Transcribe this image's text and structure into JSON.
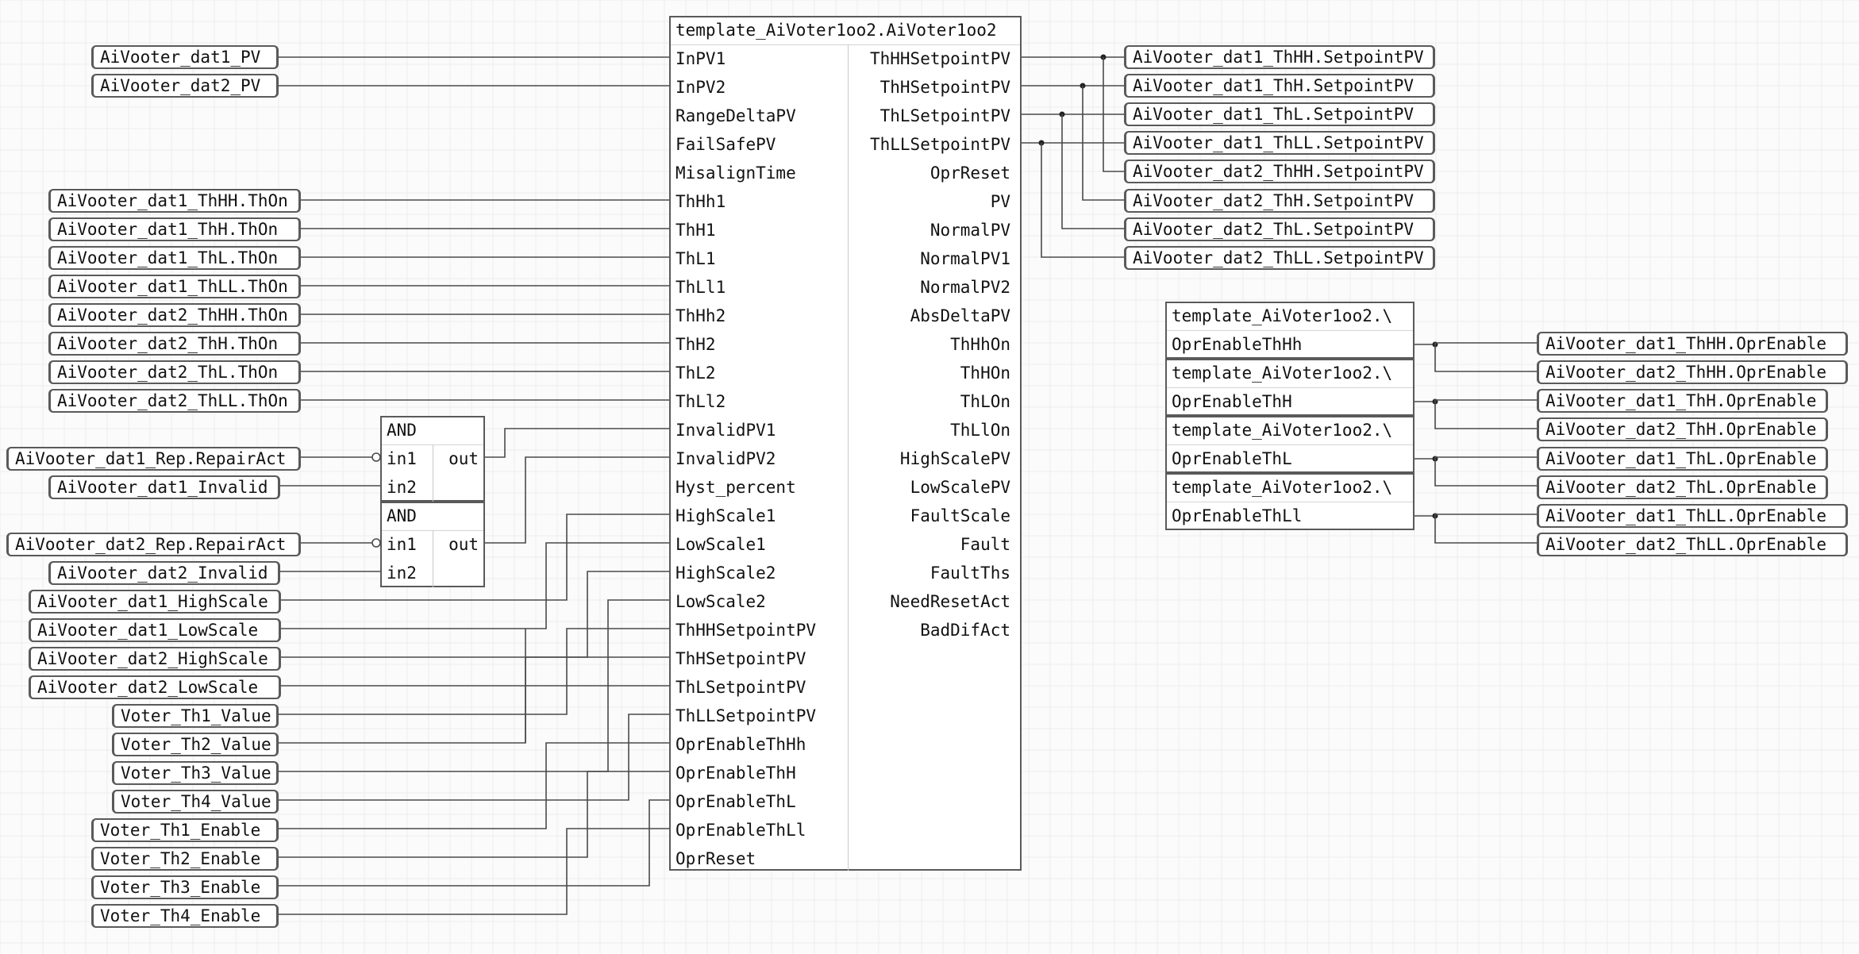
{
  "main_block": {
    "title": "template_AiVoter1oo2.AiVoter1oo2",
    "inputs": [
      "InPV1",
      "InPV2",
      "RangeDeltaPV",
      "FailSafePV",
      "MisalignTime",
      "ThHh1",
      "ThH1",
      "ThL1",
      "ThLl1",
      "ThHh2",
      "ThH2",
      "ThL2",
      "ThLl2",
      "InvalidPV1",
      "InvalidPV2",
      "Hyst_percent",
      "HighScale1",
      "LowScale1",
      "HighScale2",
      "LowScale2",
      "ThHHSetpointPV",
      "ThHSetpointPV",
      "ThLSetpointPV",
      "ThLLSetpointPV",
      "OprEnableThHh",
      "OprEnableThH",
      "OprEnableThL",
      "OprEnableThLl",
      "OprReset"
    ],
    "outputs": [
      "ThHHSetpointPV",
      "ThHSetpointPV",
      "ThLSetpointPV",
      "ThLLSetpointPV",
      "OprReset",
      "PV",
      "NormalPV",
      "NormalPV1",
      "NormalPV2",
      "AbsDeltaPV",
      "ThHhOn",
      "ThHOn",
      "ThLOn",
      "ThLlOn",
      "HighScalePV",
      "LowScalePV",
      "FaultScale",
      "Fault",
      "FaultThs",
      "NeedResetAct",
      "BadDifAct"
    ]
  },
  "and_blocks": [
    {
      "title": "AND",
      "in1": "in1",
      "in2": "in2",
      "out": "out"
    },
    {
      "title": "AND",
      "in1": "in1",
      "in2": "in2",
      "out": "out"
    }
  ],
  "input_tags": [
    "AiVooter_dat1_PV",
    "AiVooter_dat2_PV",
    "AiVooter_dat1_ThHH.ThOn",
    "AiVooter_dat1_ThH.ThOn",
    "AiVooter_dat1_ThL.ThOn",
    "AiVooter_dat1_ThLL.ThOn",
    "AiVooter_dat2_ThHH.ThOn",
    "AiVooter_dat2_ThH.ThOn",
    "AiVooter_dat2_ThL.ThOn",
    "AiVooter_dat2_ThLL.ThOn",
    "AiVooter_dat1_Rep.RepairAct",
    "AiVooter_dat1_Invalid",
    "AiVooter_dat2_Rep.RepairAct",
    "AiVooter_dat2_Invalid",
    "AiVooter_dat1_HighScale",
    "AiVooter_dat1_LowScale",
    "AiVooter_dat2_HighScale",
    "AiVooter_dat2_LowScale",
    "Voter_Th1_Value",
    "Voter_Th2_Value",
    "Voter_Th3_Value",
    "Voter_Th4_Value",
    "Voter_Th1_Enable",
    "Voter_Th2_Enable",
    "Voter_Th3_Enable",
    "Voter_Th4_Enable"
  ],
  "output_tags": [
    "AiVooter_dat1_ThHH.SetpointPV",
    "AiVooter_dat1_ThH.SetpointPV",
    "AiVooter_dat1_ThL.SetpointPV",
    "AiVooter_dat1_ThLL.SetpointPV",
    "AiVooter_dat2_ThHH.SetpointPV",
    "AiVooter_dat2_ThH.SetpointPV",
    "AiVooter_dat2_ThL.SetpointPV",
    "AiVooter_dat2_ThLL.SetpointPV"
  ],
  "template_boxes": [
    {
      "line1": "template_AiVoter1oo2.\\",
      "line2": "OprEnableThHh"
    },
    {
      "line1": "template_AiVoter1oo2.\\",
      "line2": "OprEnableThH"
    },
    {
      "line1": "template_AiVoter1oo2.\\",
      "line2": "OprEnableThL"
    },
    {
      "line1": "template_AiVoter1oo2.\\",
      "line2": "OprEnableThLl"
    }
  ],
  "enable_tags": [
    "AiVooter_dat1_ThHH.OprEnable",
    "AiVooter_dat2_ThHH.OprEnable",
    "AiVooter_dat1_ThH.OprEnable",
    "AiVooter_dat2_ThH.OprEnable",
    "AiVooter_dat1_ThL.OprEnable",
    "AiVooter_dat2_ThL.OprEnable",
    "AiVooter_dat1_ThLL.OprEnable",
    "AiVooter_dat2_ThLL.OprEnable"
  ],
  "colors": {
    "wire": "#4a4a4a",
    "border": "#5a5a5a",
    "grid": "#ececec",
    "background": "#fbfbfb"
  }
}
